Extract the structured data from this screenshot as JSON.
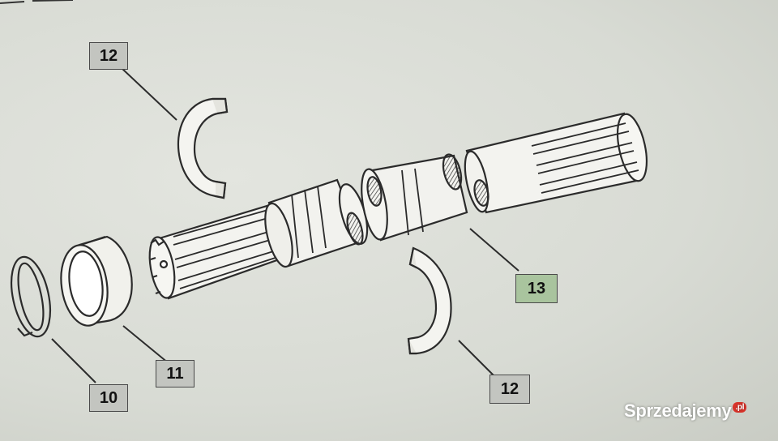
{
  "callouts": [
    {
      "id": "part-12-top",
      "label": "12",
      "style": "gray"
    },
    {
      "id": "part-13",
      "label": "13",
      "style": "green"
    },
    {
      "id": "part-12-bottom",
      "label": "12",
      "style": "gray"
    },
    {
      "id": "part-11",
      "label": "11",
      "style": "gray"
    },
    {
      "id": "part-10",
      "label": "10",
      "style": "gray"
    }
  ],
  "watermark": {
    "brand": "Sprzedajemy",
    "suffix": ".pl",
    "color": "#d9342b"
  },
  "colors": {
    "line": "#2b2b2b",
    "part_fill": "#f2f2ee",
    "hatch": "#555555",
    "label_green": "#a9c49e",
    "label_gray": "#c3c5c0"
  }
}
